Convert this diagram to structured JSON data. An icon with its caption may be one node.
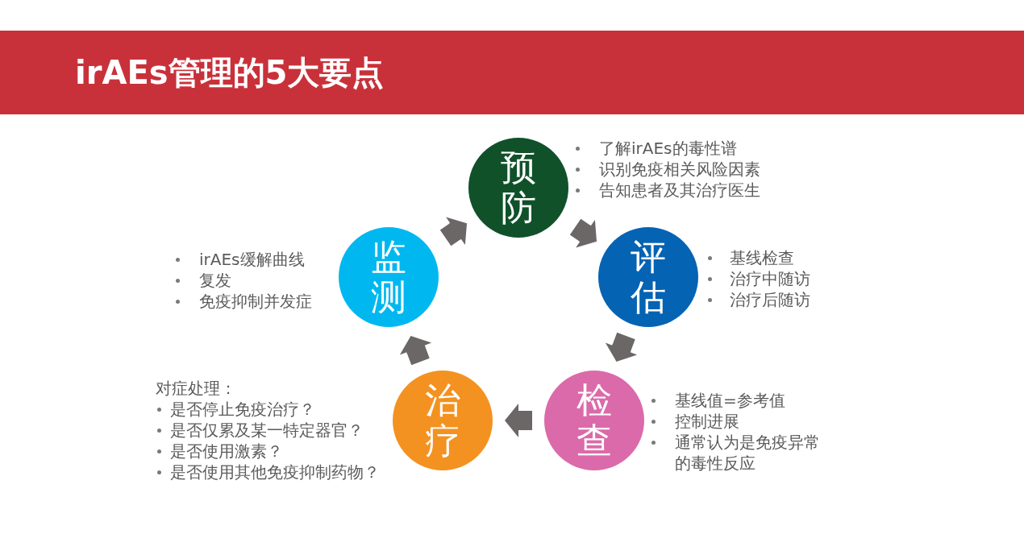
{
  "diagram": {
    "title": "irAEs管理的5大要点",
    "nodes": [
      {
        "text": [
          "预防"
        ],
        "beside": [
          "了解irAEs的毒性谱",
          "识别免疫相关风险因素",
          "告知患者及其治疗医生"
        ]
      },
      {
        "text": [
          "监测"
        ],
        "beside": [
          "irAEs缓解曲线",
          "复发",
          "免疫抑制并发症"
        ]
      },
      {
        "text": [
          "评估"
        ],
        "beside": [
          "基线检查",
          "治疗中随访",
          "治疗后随访"
        ]
      },
      {
        "text": [
          "治疗"
        ],
        "beside": [
          "对症处理：",
          "是否停止免疫治疗？",
          "是否仅累及某一特定器官？",
          "是否使用激素？",
          "是否使用其他免疫抑制药物？"
        ]
      },
      {
        "text": [
          "检查"
        ],
        "beside": [
          "基线值=参考值",
          "控制进展",
          "通常认为是免疫异常的毒性反应"
        ]
      }
    ],
    "edges": [
      {
        "from": 0,
        "to": 2,
        "arrow": "to"
      },
      {
        "from": 2,
        "to": 4,
        "arrow": "to"
      },
      {
        "from": 4,
        "to": 3,
        "arrow": "to"
      },
      {
        "from": 3,
        "to": 1,
        "arrow": "to"
      },
      {
        "from": 1,
        "to": 0,
        "arrow": "to"
      }
    ]
  }
}
